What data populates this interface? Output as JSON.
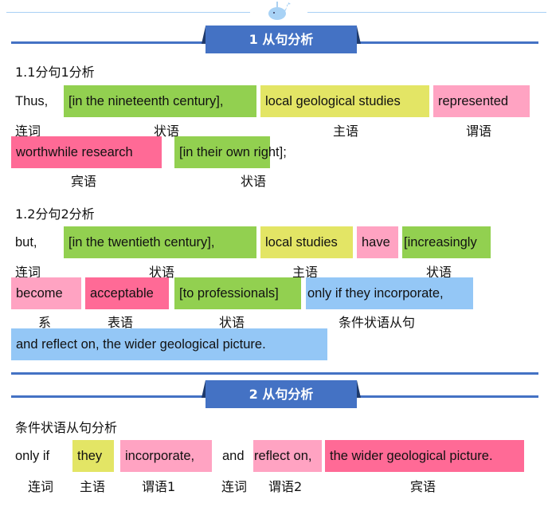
{
  "colors": {
    "green": "#92d050",
    "yellow": "#e3e565",
    "pink": "#ffa3c2",
    "deep_pink": "#ff6a96",
    "blue": "#94c7f6",
    "banner": "#4472c4"
  },
  "decor": {
    "icon": "whale-icon"
  },
  "section1": {
    "title": "1 从句分析",
    "sub1": {
      "heading": "1.1分句1分析",
      "row1": [
        "Thus,",
        "[in the nineteenth century],",
        "local geological studies",
        "represented"
      ],
      "row1_labels": [
        "连词",
        "状语",
        "主语",
        "谓语"
      ],
      "row2": [
        "worthwhile research",
        "[in their own right];"
      ],
      "row2_labels": [
        "宾语",
        "状语"
      ]
    },
    "sub2": {
      "heading": "1.2分句2分析",
      "row1": [
        "but,",
        "[in the twentieth century],",
        "local studies",
        "have",
        "[increasingly"
      ],
      "row1_labels": [
        "连词",
        "状语",
        "主语",
        "状语"
      ],
      "row2": [
        "become",
        "acceptable",
        "[to professionals]",
        "only if they incorporate,"
      ],
      "row2_labels": [
        "系",
        "表语",
        "状语",
        "条件状语从句"
      ],
      "row3": [
        "and reflect on, the wider geological picture."
      ]
    }
  },
  "section2": {
    "title": "2 从句分析",
    "heading": "条件状语从句分析",
    "row": [
      "only if",
      "they",
      "incorporate,",
      "and",
      "reflect on,",
      "the wider geological picture."
    ],
    "labels": [
      "连词",
      "主语",
      "谓语1",
      "连词",
      "谓语2",
      "宾语"
    ]
  }
}
